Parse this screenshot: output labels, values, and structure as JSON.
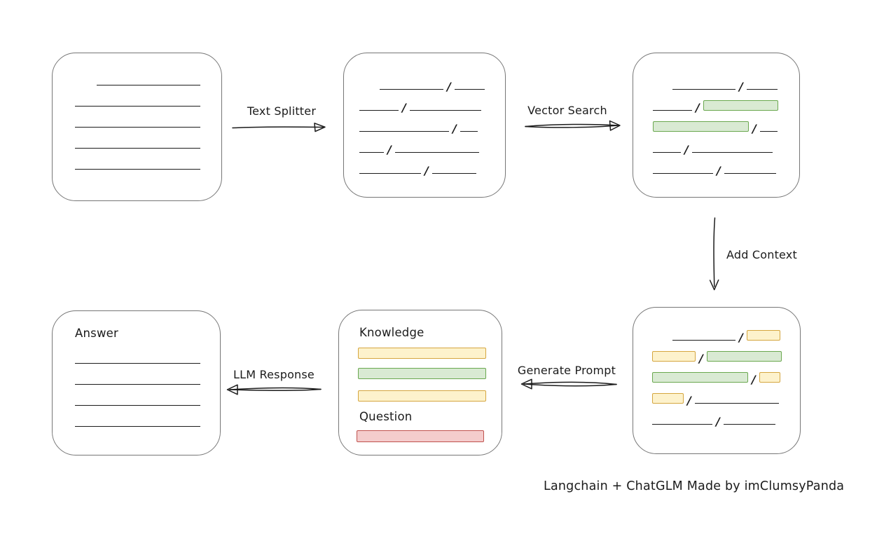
{
  "labels": {
    "text_splitter": "Text Splitter",
    "vector_search": "Vector Search",
    "add_context": "Add Context",
    "generate_prompt": "Generate Prompt",
    "llm_response": "LLM Response"
  },
  "prompt_box": {
    "knowledge_title": "Knowledge",
    "question_title": "Question"
  },
  "answer_box": {
    "title": "Answer"
  },
  "caption": "Langchain + ChatGLM Made by imClumsyPanda",
  "slash_char": "/",
  "colors": {
    "ink": "#1b1b1b",
    "box-border": "#767676",
    "green-fill": "#d9ead3",
    "green-border": "#6aa84f",
    "yellow-fill": "#fdf2cc",
    "yellow-border": "#d5a63f",
    "red-fill": "#f4cccc",
    "red-border": "#c0524e"
  },
  "diagram_rows": {
    "source_document": [
      [
        {
          "t": "gap",
          "w": 31
        },
        {
          "t": "line",
          "w": 148
        }
      ],
      [
        {
          "t": "line",
          "w": 179
        }
      ],
      [
        {
          "t": "line",
          "w": 179
        }
      ],
      [
        {
          "t": "line",
          "w": 179
        }
      ],
      [
        {
          "t": "line",
          "w": 179
        }
      ]
    ],
    "split_chunks": [
      [
        {
          "t": "gap",
          "w": 29
        },
        {
          "t": "line",
          "w": 91
        },
        {
          "t": "slash"
        },
        {
          "t": "line",
          "w": 43
        }
      ],
      [
        {
          "t": "line",
          "w": 56
        },
        {
          "t": "slash"
        },
        {
          "t": "line",
          "w": 102
        }
      ],
      [
        {
          "t": "line",
          "w": 128
        },
        {
          "t": "slash"
        },
        {
          "t": "line",
          "w": 25
        }
      ],
      [
        {
          "t": "line",
          "w": 35
        },
        {
          "t": "slash"
        },
        {
          "t": "line",
          "w": 120
        }
      ],
      [
        {
          "t": "line",
          "w": 88
        },
        {
          "t": "slash"
        },
        {
          "t": "line",
          "w": 63
        }
      ]
    ],
    "vector_matched_chunks": [
      [
        {
          "t": "gap",
          "w": 28
        },
        {
          "t": "line",
          "w": 90
        },
        {
          "t": "slash"
        },
        {
          "t": "line",
          "w": 44
        }
      ],
      [
        {
          "t": "line",
          "w": 56
        },
        {
          "t": "slash"
        },
        {
          "t": "chunk",
          "c": "green",
          "w": 107
        }
      ],
      [
        {
          "t": "chunk",
          "c": "green",
          "w": 137
        },
        {
          "t": "slash"
        },
        {
          "t": "line",
          "w": 25
        }
      ],
      [
        {
          "t": "line",
          "w": 40
        },
        {
          "t": "slash"
        },
        {
          "t": "line",
          "w": 115
        }
      ],
      [
        {
          "t": "line",
          "w": 86
        },
        {
          "t": "slash"
        },
        {
          "t": "line",
          "w": 74
        }
      ]
    ],
    "context_chunks": [
      [
        {
          "t": "gap",
          "w": 29
        },
        {
          "t": "line",
          "w": 90
        },
        {
          "t": "slash"
        },
        {
          "t": "chunk",
          "c": "yellow",
          "w": 48
        }
      ],
      [
        {
          "t": "chunk",
          "c": "yellow",
          "w": 62
        },
        {
          "t": "slash"
        },
        {
          "t": "chunk",
          "c": "green",
          "w": 107
        }
      ],
      [
        {
          "t": "chunk",
          "c": "green",
          "w": 137
        },
        {
          "t": "slash"
        },
        {
          "t": "chunk",
          "c": "yellow",
          "w": 30
        }
      ],
      [
        {
          "t": "chunk",
          "c": "yellow",
          "w": 45
        },
        {
          "t": "slash"
        },
        {
          "t": "line",
          "w": 120
        }
      ],
      [
        {
          "t": "line",
          "w": 86
        },
        {
          "t": "slash"
        },
        {
          "t": "line",
          "w": 74
        }
      ]
    ],
    "answer_lines": [
      [
        {
          "t": "line",
          "w": 179
        }
      ],
      [
        {
          "t": "line",
          "w": 179
        }
      ],
      [
        {
          "t": "line",
          "w": 179
        }
      ],
      [
        {
          "t": "line",
          "w": 179
        }
      ]
    ]
  }
}
